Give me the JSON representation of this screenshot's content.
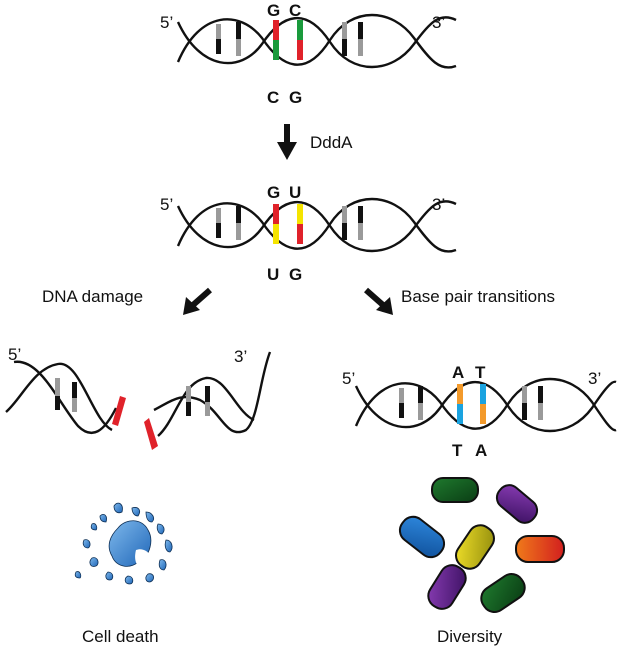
{
  "helix_top": {
    "five_prime": "5’",
    "three_prime": "3’",
    "top_bases": [
      "G",
      "C"
    ],
    "bottom_bases": [
      "C",
      "G"
    ],
    "pair_colors": [
      [
        "#e0222a",
        "#1a9a3c"
      ],
      [
        "#1a9a3c",
        "#e0222a"
      ]
    ]
  },
  "arrow_enzyme": {
    "label": "DddA"
  },
  "helix_middle": {
    "five_prime": "5’",
    "three_prime": "3’",
    "top_bases": [
      "G",
      "U"
    ],
    "bottom_bases": [
      "U",
      "G"
    ],
    "pair_colors": [
      [
        "#e0222a",
        "#f5e400"
      ],
      [
        "#f5e400",
        "#e0222a"
      ]
    ]
  },
  "branch_left": {
    "label": "DNA damage"
  },
  "branch_right": {
    "label": "Base pair transitions"
  },
  "broken_helix": {
    "five_prime": "5’",
    "three_prime": "3’",
    "lesion_color": "#e0222a"
  },
  "helix_right": {
    "five_prime": "5’",
    "three_prime": "3’",
    "top_bases": [
      "A",
      "T"
    ],
    "bottom_bases": [
      "T",
      "A"
    ],
    "pair_colors": [
      [
        "#f39a2b",
        "#1aa3e0"
      ],
      [
        "#1aa3e0",
        "#f39a2b"
      ]
    ]
  },
  "outcome_left": {
    "label": "Cell death",
    "fragment_color": "#3a8ad6"
  },
  "outcome_right": {
    "label": "Diversity",
    "cell_colors": [
      "green",
      "purple",
      "blue",
      "yellow",
      "orange",
      "purple",
      "green"
    ]
  }
}
